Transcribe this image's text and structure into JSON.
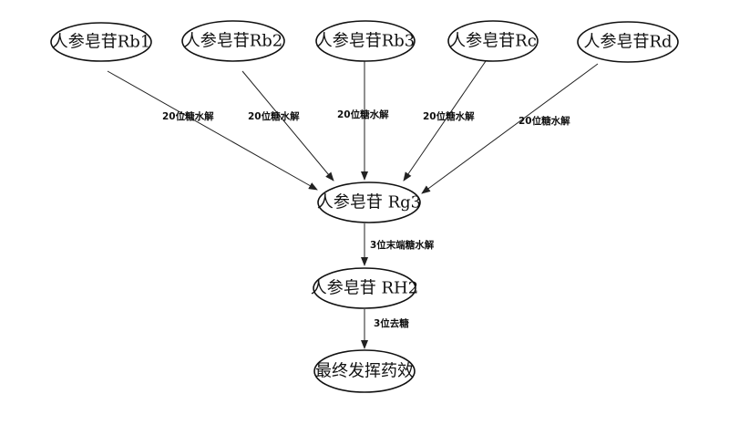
{
  "nodes": {
    "rb1": "人参皂苷Rb1",
    "rb2": "人参皂苷Rb2",
    "rb3": "人参皂苷Rb3",
    "rc": "人参皂苷Rc",
    "rd": "人参皂苷Rd",
    "rg3": "人参皂苷 Rg3",
    "rh2": "人参皂苷 RH2",
    "final": "最终发挥药效"
  },
  "edges": {
    "rb1_rg3": "20位糖水解",
    "rb2_rg3": "20位糖水解",
    "rb3_rg3": "20位糖水解",
    "rc_rg3": "20位糖水解",
    "rd_rg3": "20位糖水解",
    "rg3_rh2": "3位末端糖水解",
    "rh2_final": "3位去糖"
  }
}
